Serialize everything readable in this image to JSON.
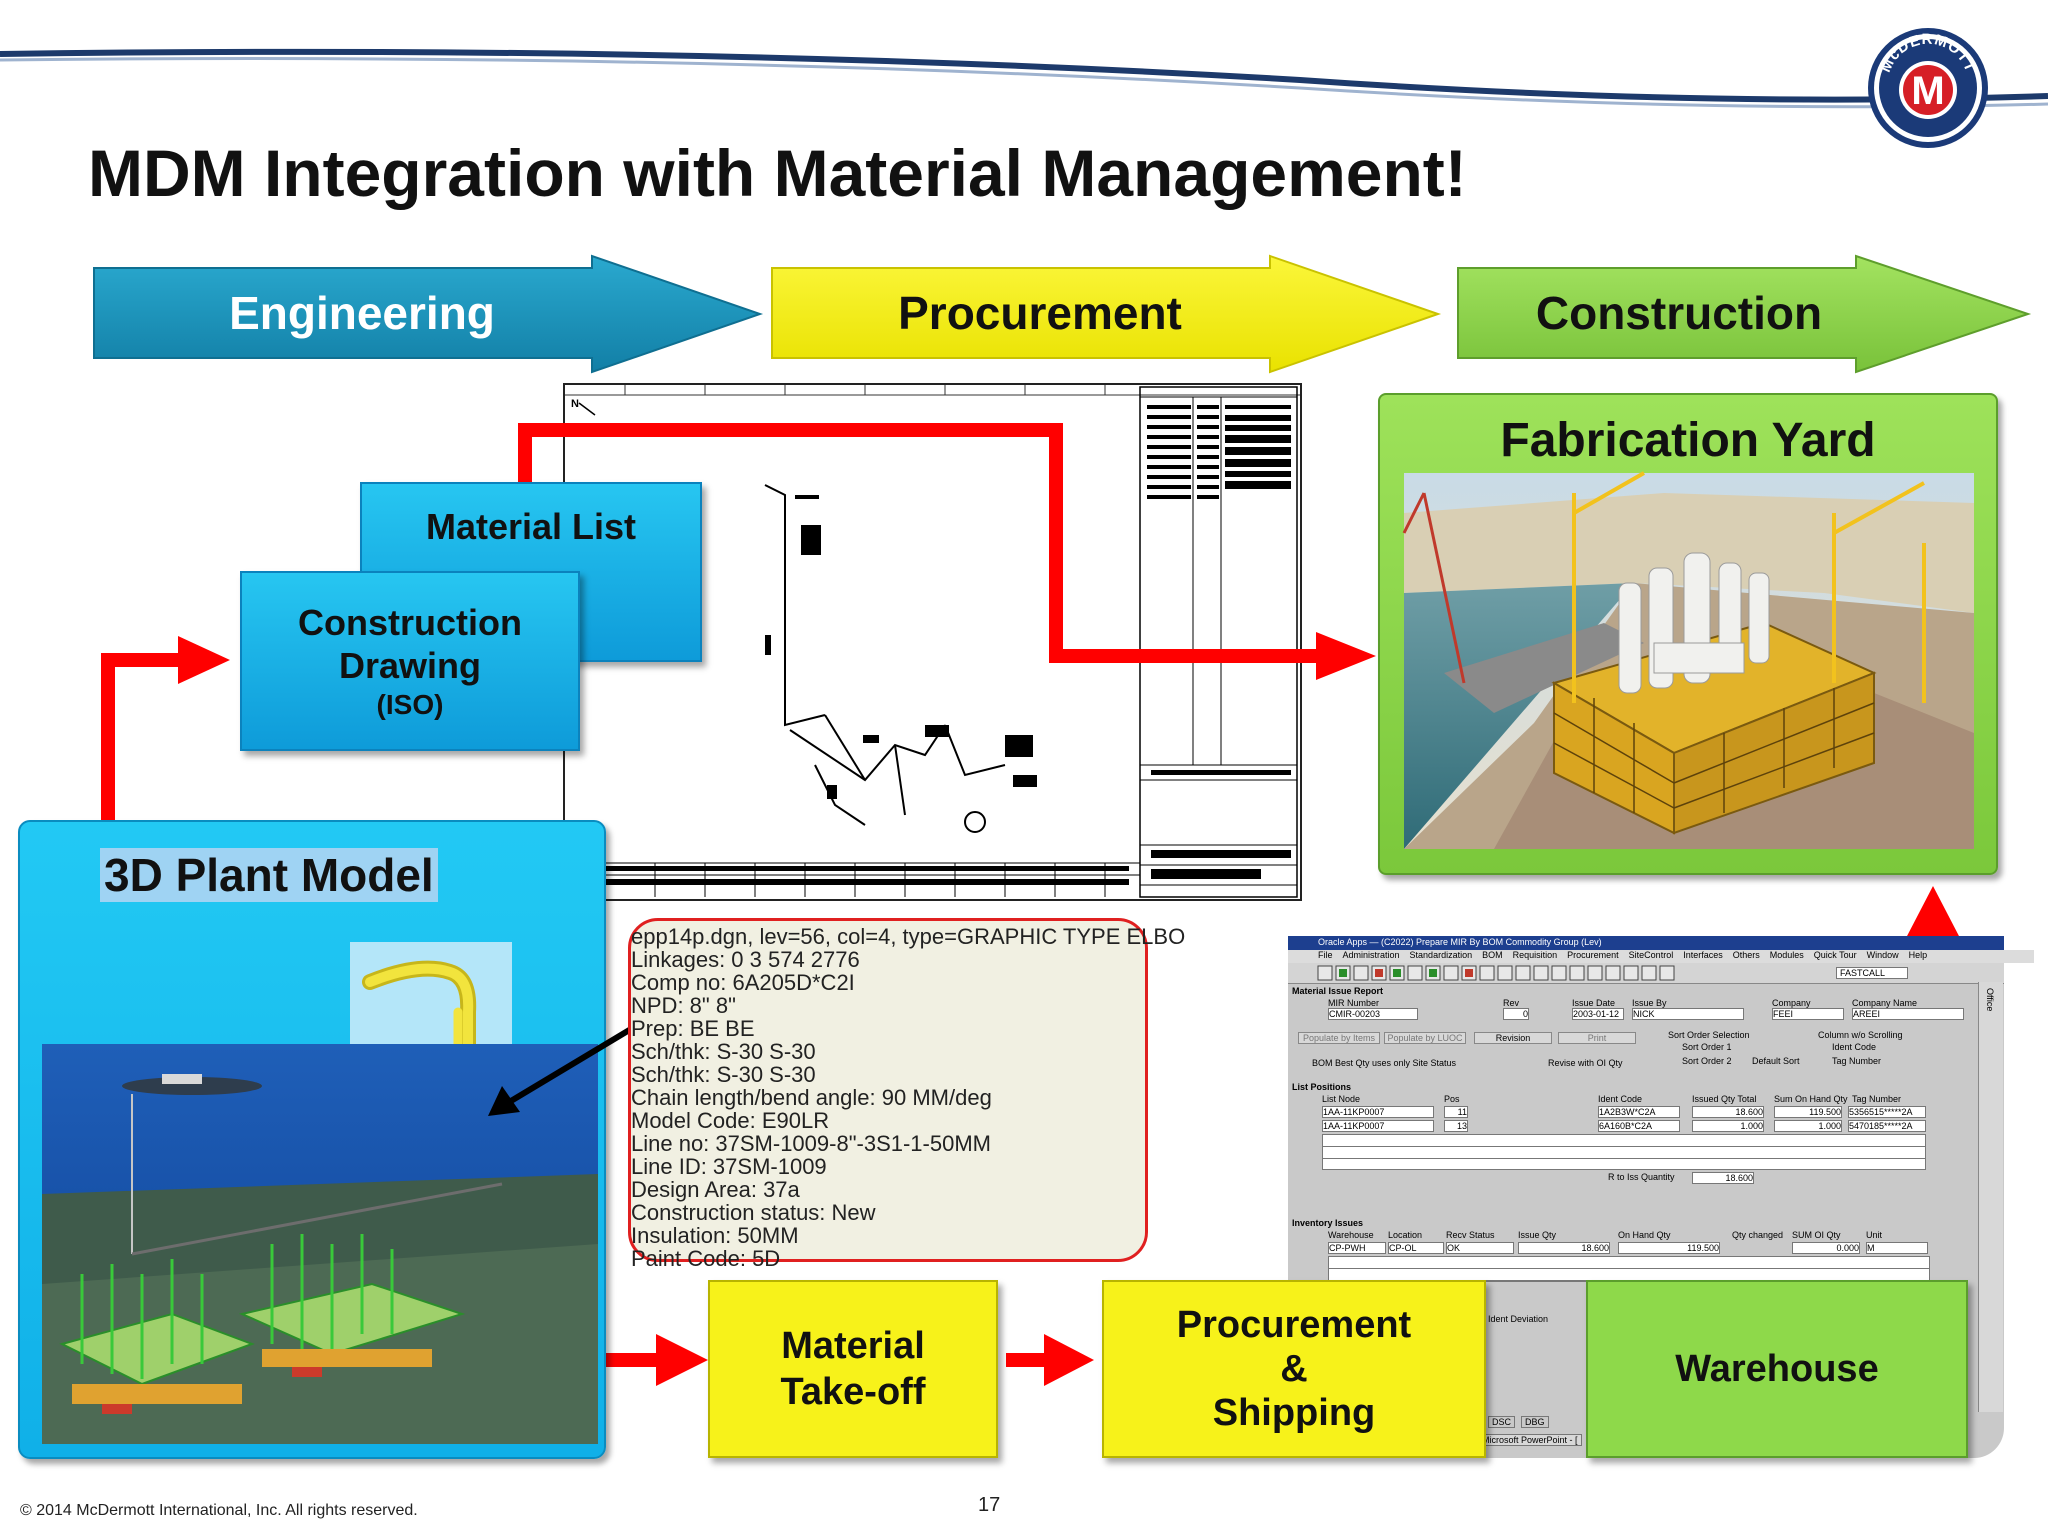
{
  "title": "MDM Integration with Material Management!",
  "logo": {
    "text": "McDERMOTT",
    "letter": "M"
  },
  "colors": {
    "engineering": "#1b8fb5",
    "procurement": "#f5f01c",
    "construction": "#8fd64f",
    "flow_arrow": "#ff0000",
    "accent_blue": "#17b8ec"
  },
  "stages": {
    "engineering": "Engineering",
    "procurement": "Procurement",
    "construction": "Construction"
  },
  "boxes": {
    "material_list": "Material List",
    "construction_drawing": "Construction Drawing",
    "construction_drawing_sub": "(ISO)",
    "plant_model": "3D Plant Model",
    "material_takeoff_line1": "Material",
    "material_takeoff_line2": "Take-off",
    "procurement_line1": "Procurement",
    "procurement_line2": "&",
    "procurement_line3": "Shipping",
    "warehouse": "Warehouse",
    "fabrication_yard": "Fabrication Yard"
  },
  "attributes_popup": [
    "epp14p.dgn, lev=56, col=4, type=GRAPHIC TYPE ELBO",
    "Linkages:  0 3 574 2776",
    "Comp no:  6A205D*C2I",
    "NPD:  8\" 8\"",
    "Prep:  BE BE",
    "Sch/thk:  S-30 S-30",
    "Sch/thk:  S-30 S-30",
    "Chain length/bend angle:  90 MM/deg",
    "Model Code:  E90LR",
    "Line no:  37SM-1009-8\"-3S1-1-50MM",
    "Line ID:  37SM-1009",
    "Design Area:  37a",
    "Construction status:  New",
    "Insulation:  50MM",
    "Paint Code:  5D"
  ],
  "erp_window": {
    "title": "Oracle Apps — (C2022) Prepare MIR By BOM Commodity Group (Lev)",
    "menu": [
      "File",
      "Administration",
      "Standardization",
      "BOM",
      "Requisition",
      "Procurement",
      "SiteControl",
      "Interfaces",
      "Others",
      "Modules",
      "Quick Tour",
      "Window",
      "Help"
    ],
    "toolbar_field": "FASTCALL",
    "report_title": "Material Issue Report",
    "mir_headers": [
      "MIR Number",
      "Rev",
      "Issue Date",
      "Issue By",
      "Company",
      "Company Name"
    ],
    "mir_values": [
      "CMIR-00203",
      "0",
      "2003-01-12",
      "NICK",
      "FEEI",
      "AREEI"
    ],
    "action_buttons": [
      "Populate by Items",
      "Populate by LUOC",
      "Revision",
      "Print"
    ],
    "sort_selection_label": "Sort Order Selection",
    "sort_options": [
      "Sort Order 1",
      "Sort Order 2",
      "Default Sort"
    ],
    "scroll_label": "Column w/o Scrolling",
    "scroll_options": [
      "Ident Code",
      "Tag Number"
    ],
    "bom_checkbox": "BOM Best Qty uses only Site Status",
    "revise_checkbox": "Revise with OI Qty",
    "list_positions_label": "List Positions",
    "list_headers": [
      "List Node",
      "Pos",
      "Ident Code",
      "Issued Qty Total",
      "Sum On Hand Qty",
      "Tag Number"
    ],
    "list_rows": [
      [
        "1AA-11KP0007",
        "11",
        "1A2B3W*C2A",
        "18.600",
        "119.500",
        "5356515*****2A"
      ],
      [
        "1AA-11KP0007",
        "13",
        "6A160B*C2A",
        "1.000",
        "1.000",
        "5470185*****2A"
      ]
    ],
    "iss_quantity_label": "R to Iss Quantity",
    "iss_quantity_value": "18.600",
    "inventory_label": "Inventory Issues",
    "inventory_headers": [
      "Warehouse",
      "Location",
      "Recv Status",
      "Issue Qty",
      "On Hand Qty",
      "Qty changed",
      "SUM OI Qty",
      "Unit"
    ],
    "inventory_row": [
      "CP-PWH",
      "CP-OL",
      "OK",
      "18.600",
      "119.500",
      "",
      "0.000",
      "M"
    ],
    "ident_deviation": "Ident Deviation",
    "status_items": [
      "DSC",
      "DBG"
    ],
    "taskbar_item": "Microsoft PowerPoint - [",
    "side_label": "Office"
  },
  "drawing": {
    "north_label": "N"
  },
  "footer": {
    "copyright": "© 2014 McDermott International, Inc.  All rights reserved.",
    "page_number": "17"
  }
}
